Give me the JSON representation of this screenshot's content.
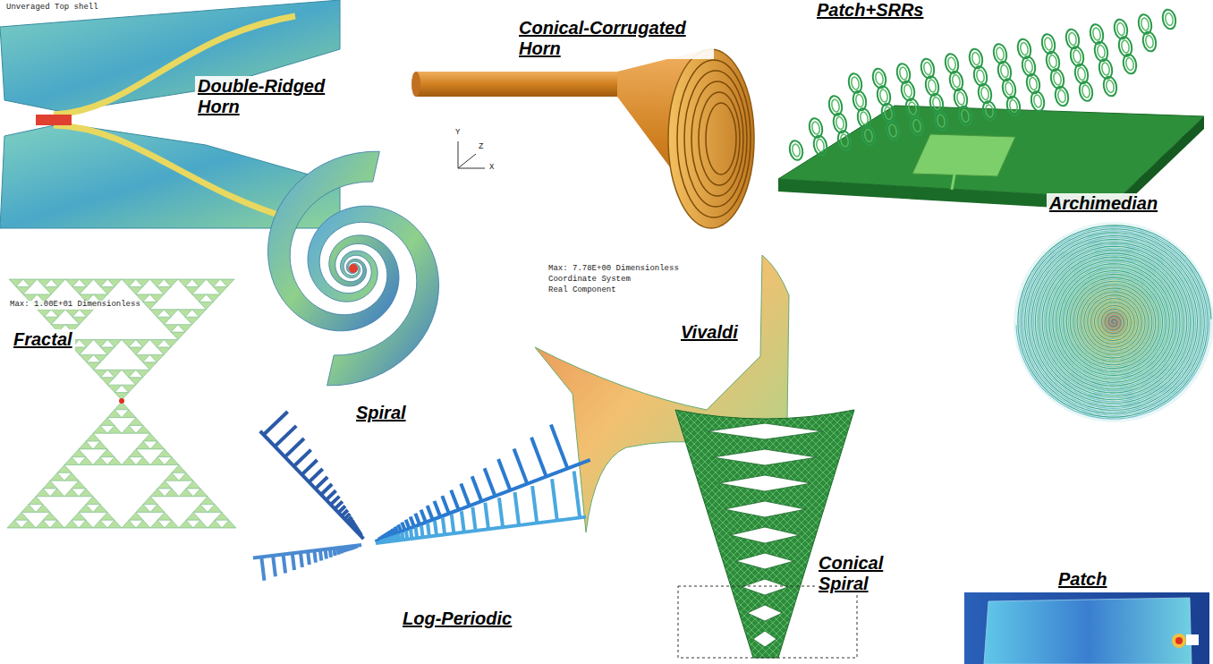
{
  "diagram": {
    "labels": [
      "Double-Ridged Horn",
      "Conical-Corrugated Horn",
      "Patch+SRRs",
      "Archimedian",
      "Fractal",
      "Spiral",
      "Vivaldi",
      "Log-Periodic",
      "Conical Spiral",
      "Patch",
      "Unveraged Top shell",
      "Max: 1.00E+01 Dimensionless",
      "Max: 7.78E+00 Dimensionless",
      "Coordinate System",
      "Real Component",
      "Y",
      "X",
      "Z"
    ]
  }
}
